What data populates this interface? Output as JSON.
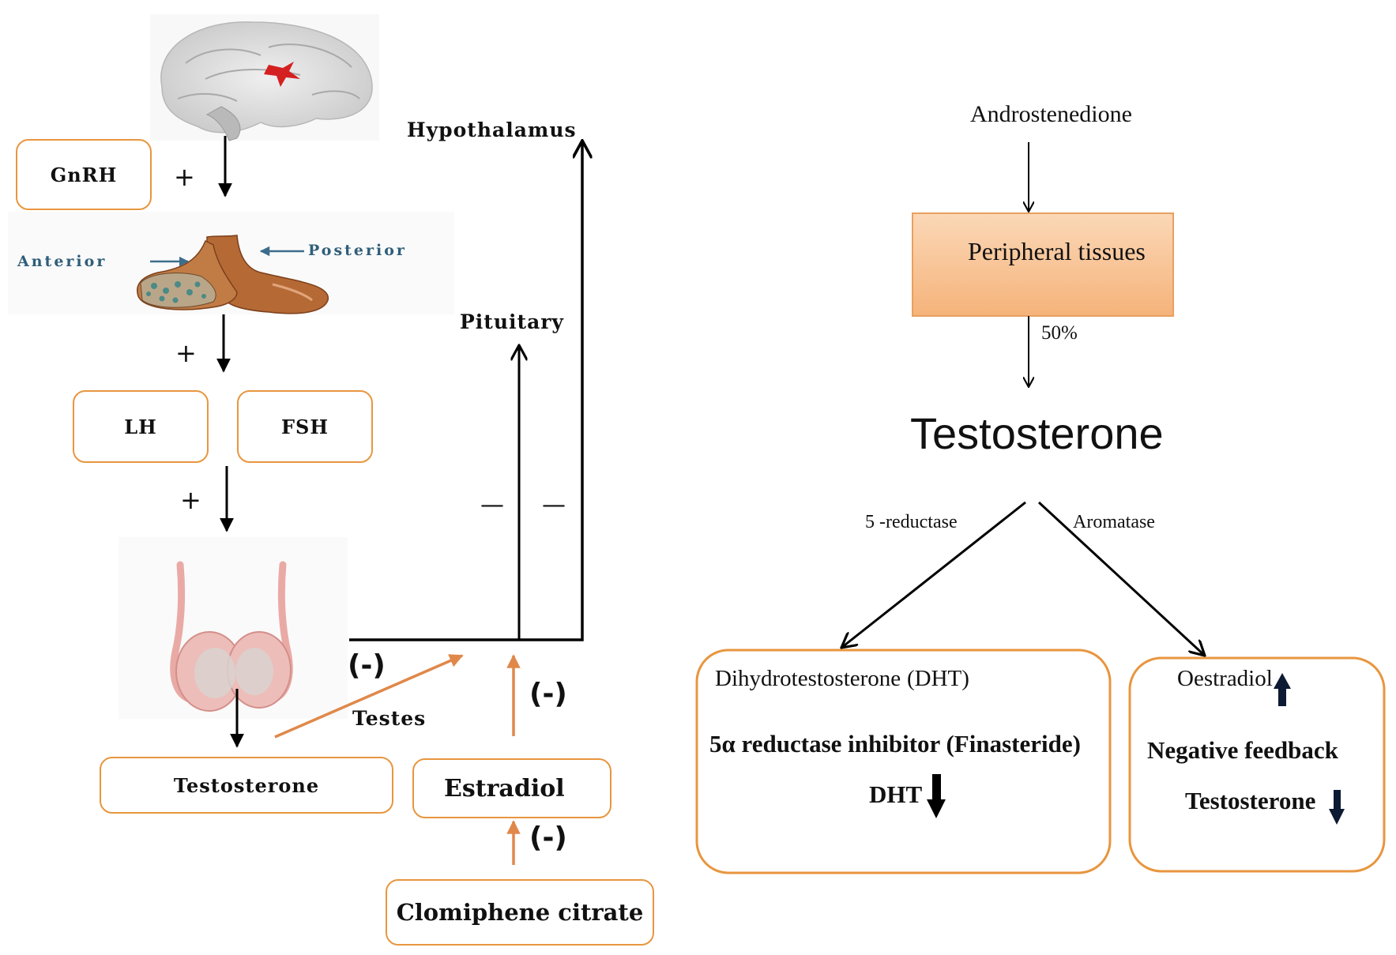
{
  "left_panel": {
    "gnrh": "GnRH",
    "anterior": "Anterior",
    "posterior": "Posterior",
    "lh": "LH",
    "fsh": "FSH",
    "testes": "Testes",
    "testosterone": "Testosterone",
    "estradiol": "Estradiol",
    "clomiphene": "Clomiphene citrate",
    "hypothalamus": "Hypothalamus",
    "pituitary": "Pituitary",
    "plus": "+",
    "minus": "—",
    "negative": "(-)"
  },
  "right_panel": {
    "androstenedione": "Androstenedione",
    "peripheral_tissues": "Peripheral tissues",
    "percent": "50%",
    "testosterone": "Testosterone",
    "reductase": "5 -reductase",
    "aromatase": "Aromatase",
    "dht_title": "Dihydrotestosterone",
    "dht_abbr": "(DHT)",
    "inhibitor": "5α reductase inhibitor (Finasteride)",
    "dht": "DHT",
    "oestradiol": "Oestradiol",
    "negative_feedback": "Negative feedback",
    "testosterone_small": "Testosterone"
  },
  "colors": {
    "box_border": "#e8963f",
    "orange_arrow": "#e0884a",
    "peripheral_fill": "#f8c08f",
    "hypothalamus_red": "#d42020",
    "testes_pink": "#e9aaa6",
    "pituitary_brown": "#a05a2c",
    "indicator_arrow": "#0d1a33"
  }
}
